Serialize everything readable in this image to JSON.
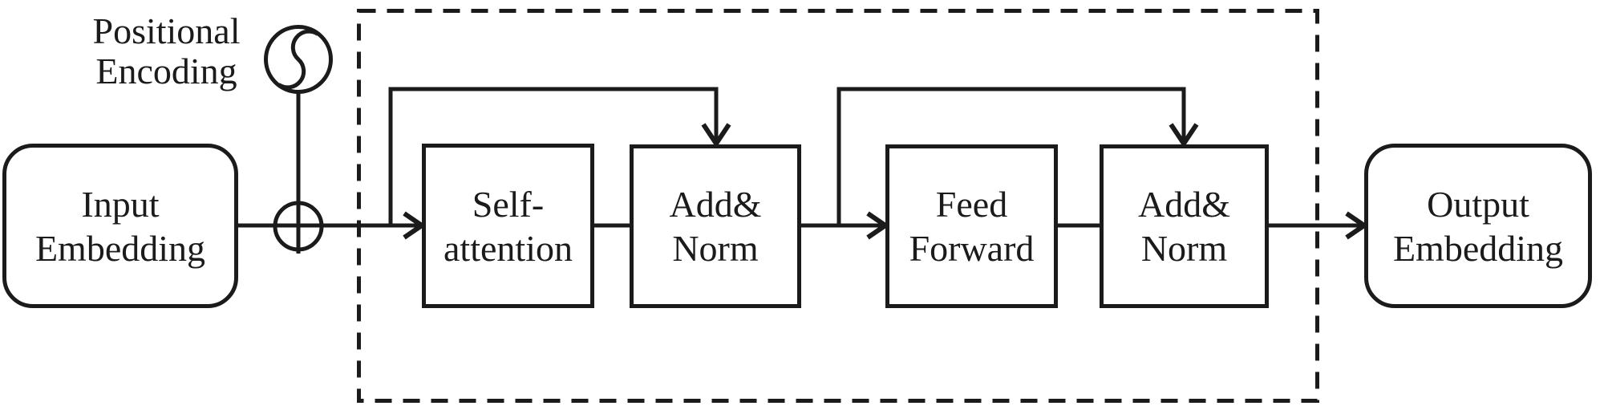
{
  "diagram": {
    "positional_encoding_label": "Positional\nEncoding",
    "nodes": [
      {
        "id": "input-embedding",
        "label": "Input\nEmbedding",
        "shape": "rounded-rect"
      },
      {
        "id": "self-attention",
        "label": "Self-\nattention",
        "shape": "rect"
      },
      {
        "id": "add-norm-1",
        "label": "Add&\nNorm",
        "shape": "rect"
      },
      {
        "id": "feed-forward",
        "label": "Feed\nForward",
        "shape": "rect"
      },
      {
        "id": "add-norm-2",
        "label": "Add&\nNorm",
        "shape": "rect"
      },
      {
        "id": "output-embedding",
        "label": "Output\nEmbedding",
        "shape": "rounded-rect"
      }
    ],
    "icons": [
      {
        "name": "positional-encoding-icon",
        "glyph": "sine-wave-in-circle"
      },
      {
        "name": "add-icon",
        "glyph": "plus-in-circle"
      }
    ],
    "edges": [
      "input-embedding -> add-icon -> self-attention",
      "self-attention -> add-norm-1",
      "residual skip: before self-attention -> add-norm-1 (top)",
      "add-norm-1 -> feed-forward",
      "feed-forward -> add-norm-2",
      "residual skip: before feed-forward -> add-norm-2 (top)",
      "add-norm-2 -> output-embedding",
      "positional-encoding-icon -> add-icon"
    ],
    "encoder_boundary": "dashed rectangle enclosing self-attention, add-norm, feed-forward blocks",
    "colors": {
      "line": "#1b1b1b",
      "background": "#ffffff"
    }
  }
}
